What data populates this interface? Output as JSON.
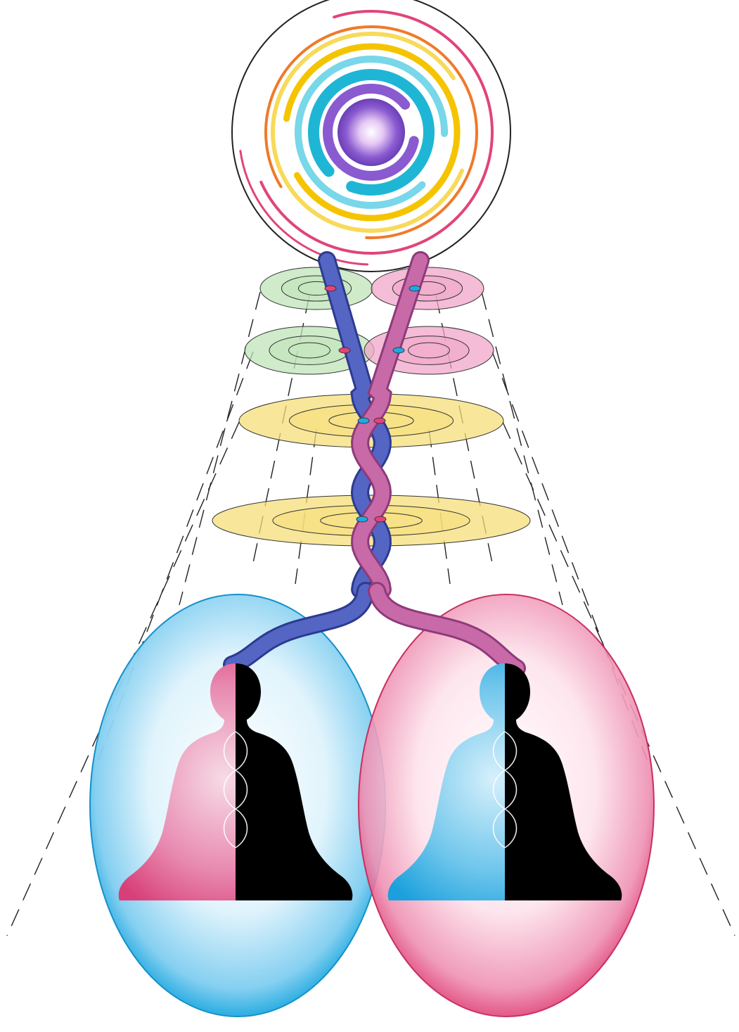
{
  "colors": {
    "blue": "#1fa9e0",
    "pink": "#e0457a",
    "black": "#000000",
    "cord_blue": "#5565c4",
    "cord_pink": "#c86aa8",
    "disc_green": "#bfe4b8",
    "disc_pink": "#f0a6c8",
    "disc_yellow": "#f6df7a",
    "spiral_purple": "#8a5ad0",
    "spiral_cyan": "#1fb6d6",
    "spiral_yellow": "#f5c400",
    "spiral_orange": "#f07a2a",
    "spiral_red": "#e0457a"
  },
  "icons": {
    "source": "spiral-sphere-icon",
    "figure_left": "meditating-figure-icon",
    "figure_right": "meditating-figure-icon"
  },
  "layers": [
    {
      "kind": "double",
      "colors": [
        "#bfe4b8",
        "#f0a6c8"
      ]
    },
    {
      "kind": "double",
      "colors": [
        "#bfe4b8",
        "#f0a6c8"
      ]
    },
    {
      "kind": "single",
      "colors": [
        "#f6df7a"
      ]
    },
    {
      "kind": "single",
      "colors": [
        "#f6df7a"
      ]
    }
  ]
}
